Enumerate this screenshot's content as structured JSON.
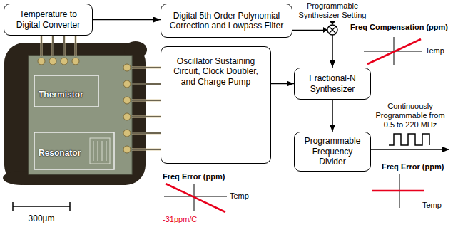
{
  "diagram": {
    "nodes": [
      {
        "text": [
          "Temperature to Digital Converter"
        ]
      },
      {
        "text": [
          "Digital 5th Order Polynomial Correction and Lowpass Filter"
        ]
      },
      {
        "text": [
          "Thermistor",
          "Resonator"
        ]
      },
      {
        "text": [
          "Oscillator Sustaining Circuit, Clock Doubler, and Charge Pump"
        ]
      },
      {
        "text": [
          "Fractional-N Synthesizer"
        ]
      },
      {
        "text": [
          "Programmable Frequency Divider"
        ]
      }
    ],
    "edges": [
      {
        "from": 0,
        "to": 1,
        "arrow": "to"
      },
      {
        "from": 1,
        "to": 4,
        "arrow": "to"
      },
      {
        "from": 3,
        "to": 4,
        "arrow": "to"
      },
      {
        "from": 4,
        "to": 5,
        "arrow": "to"
      },
      {
        "from": 2,
        "to": 0,
        "arrow": "none"
      },
      {
        "from": 2,
        "to": 3,
        "arrow": "none"
      }
    ],
    "labels": [
      "Programmable Synthesizer Setting",
      "Freq Compensation (ppm)",
      "Temp",
      "Continuously Programmable from 0.5 to 220 MHz",
      "Freq Error (ppm)",
      "Temp",
      "-31ppm/C",
      "300µm",
      "Freq Error (ppm)",
      "Temp"
    ]
  }
}
